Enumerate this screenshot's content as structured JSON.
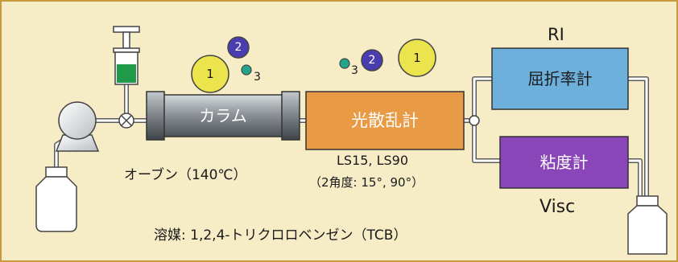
{
  "diagram": {
    "column_label": "カラム",
    "ls_label": "光散乱計",
    "ri_label": "屈折率計",
    "visc_label": "粘度計",
    "ri_tag": "RI",
    "visc_tag": "Visc",
    "oven_label": "オーブン（140℃）",
    "ls_angles_main": "LS15, LS90",
    "ls_angles_sub": "（2角度: 15°, 90°）",
    "solvent": "溶媒: 1,2,4-トリクロロベンゼン（TCB）",
    "molecules_left": {
      "m1": "1",
      "m2": "2",
      "m3": "3"
    },
    "molecules_right": {
      "m1": "1",
      "m2": "2",
      "m3": "3"
    }
  },
  "colors": {
    "background": "#f6ecc6",
    "border": "#c89a3c",
    "column": "#8e9499",
    "light_scattering": "#e89a44",
    "refractive_index": "#6eb0dc",
    "viscometer": "#8a45b8",
    "mol1": "#ece44c",
    "mol2": "#4a3db0",
    "mol3": "#22a58a",
    "solvent_green": "#1f9a4a"
  }
}
